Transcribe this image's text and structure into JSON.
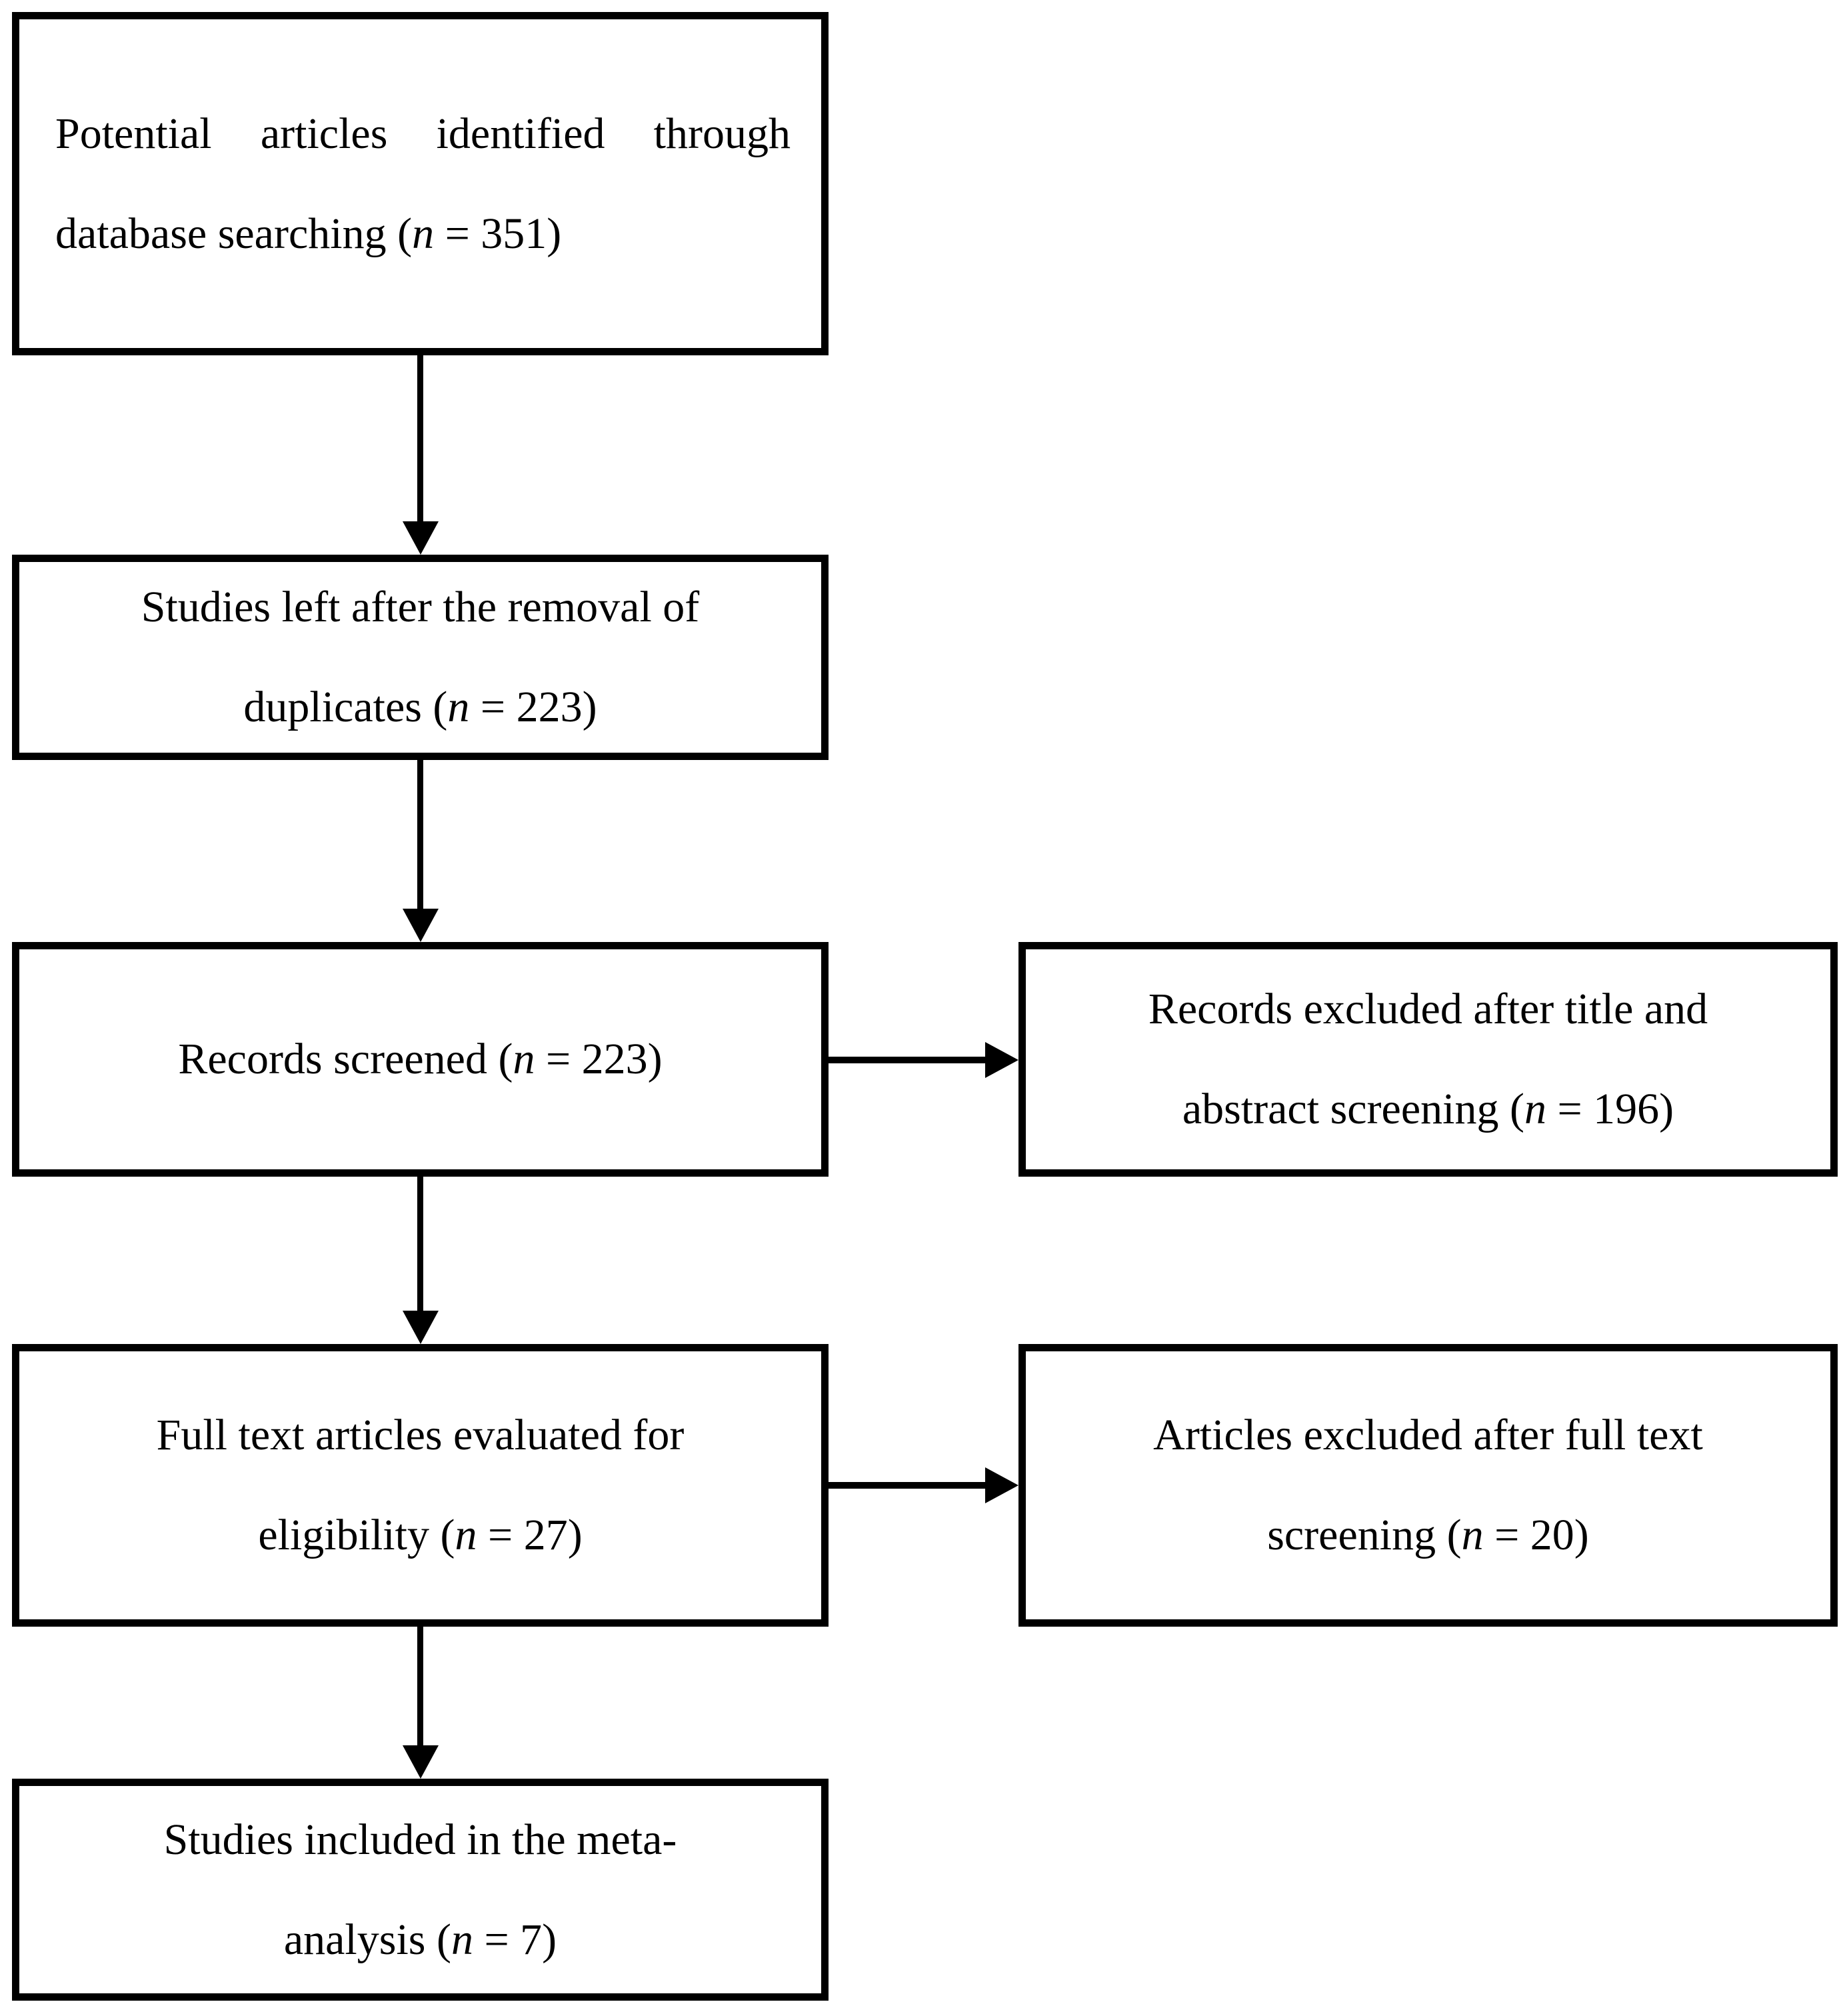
{
  "colors": {
    "border": "#000000",
    "background": "#ffffff",
    "text": "#000000"
  },
  "boxes": {
    "identification": {
      "line1": "Potential articles identified through",
      "line2": {
        "pre": "database searching (",
        "n": "n",
        "post": " = 351)"
      }
    },
    "duplicates_removed": {
      "line1": "Studies left after the removal of",
      "line2": {
        "pre": "duplicates (",
        "n": "n",
        "post": " = 223)"
      }
    },
    "records_screened": {
      "line1": {
        "pre": "Records screened (",
        "n": "n",
        "post": " = 223)"
      }
    },
    "excluded_title_abstract": {
      "line1": "Records excluded after title and",
      "line2": {
        "pre": "abstract screening (",
        "n": "n",
        "post": " = 196)"
      }
    },
    "fulltext_evaluated": {
      "line1": "Full text articles evaluated for",
      "line2": {
        "pre": "eligibility (",
        "n": "n",
        "post": " = 27)"
      }
    },
    "excluded_fulltext": {
      "line1": "Articles excluded after full text",
      "line2": {
        "pre": "screening (",
        "n": "n",
        "post": " = 20)"
      }
    },
    "included_meta_analysis": {
      "line1": "Studies included in the meta-",
      "line2": {
        "pre": "analysis (",
        "n": "n",
        "post": " = 7)"
      }
    }
  }
}
